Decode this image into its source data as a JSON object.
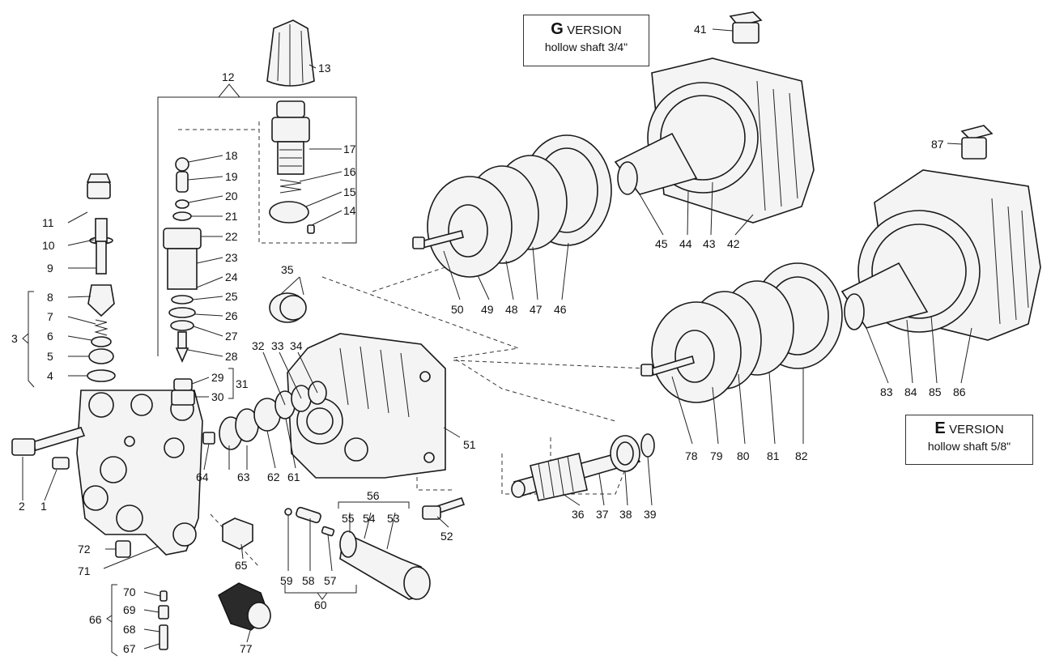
{
  "versions": {
    "g": {
      "letter": "G",
      "word": "VERSION",
      "desc": "hollow shaft  3/4\""
    },
    "e": {
      "letter": "E",
      "word": "VERSION",
      "desc": "hollow shaft   5/8\""
    }
  },
  "callouts": {
    "c1": "1",
    "c2": "2",
    "c3": "3",
    "c4": "4",
    "c5": "5",
    "c6": "6",
    "c7": "7",
    "c8": "8",
    "c9": "9",
    "c10": "10",
    "c11": "11",
    "c12": "12",
    "c13": "13",
    "c14": "14",
    "c15": "15",
    "c16": "16",
    "c17": "17",
    "c18": "18",
    "c19": "19",
    "c20": "20",
    "c21": "21",
    "c22": "22",
    "c23": "23",
    "c24": "24",
    "c25": "25",
    "c26": "26",
    "c27": "27",
    "c28": "28",
    "c29": "29",
    "c30": "30",
    "c31": "31",
    "c32": "32",
    "c33": "33",
    "c34": "34",
    "c35": "35",
    "c36": "36",
    "c37": "37",
    "c38": "38",
    "c39": "39",
    "c41": "41",
    "c42": "42",
    "c43": "43",
    "c44": "44",
    "c45": "45",
    "c46": "46",
    "c47": "47",
    "c48": "48",
    "c49": "49",
    "c50": "50",
    "c51": "51",
    "c52": "52",
    "c53": "53",
    "c54": "54",
    "c55": "55",
    "c56": "56",
    "c57": "57",
    "c58": "58",
    "c59": "59",
    "c60": "60",
    "c61": "61",
    "c62": "62",
    "c63": "63",
    "c64": "64",
    "c65": "65",
    "c66": "66",
    "c67": "67",
    "c68": "68",
    "c69": "69",
    "c70": "70",
    "c71": "71",
    "c72": "72",
    "c77": "77",
    "c78": "78",
    "c79": "79",
    "c80": "80",
    "c81": "81",
    "c82": "82",
    "c83": "83",
    "c84": "84",
    "c85": "85",
    "c86": "86",
    "c87": "87"
  }
}
